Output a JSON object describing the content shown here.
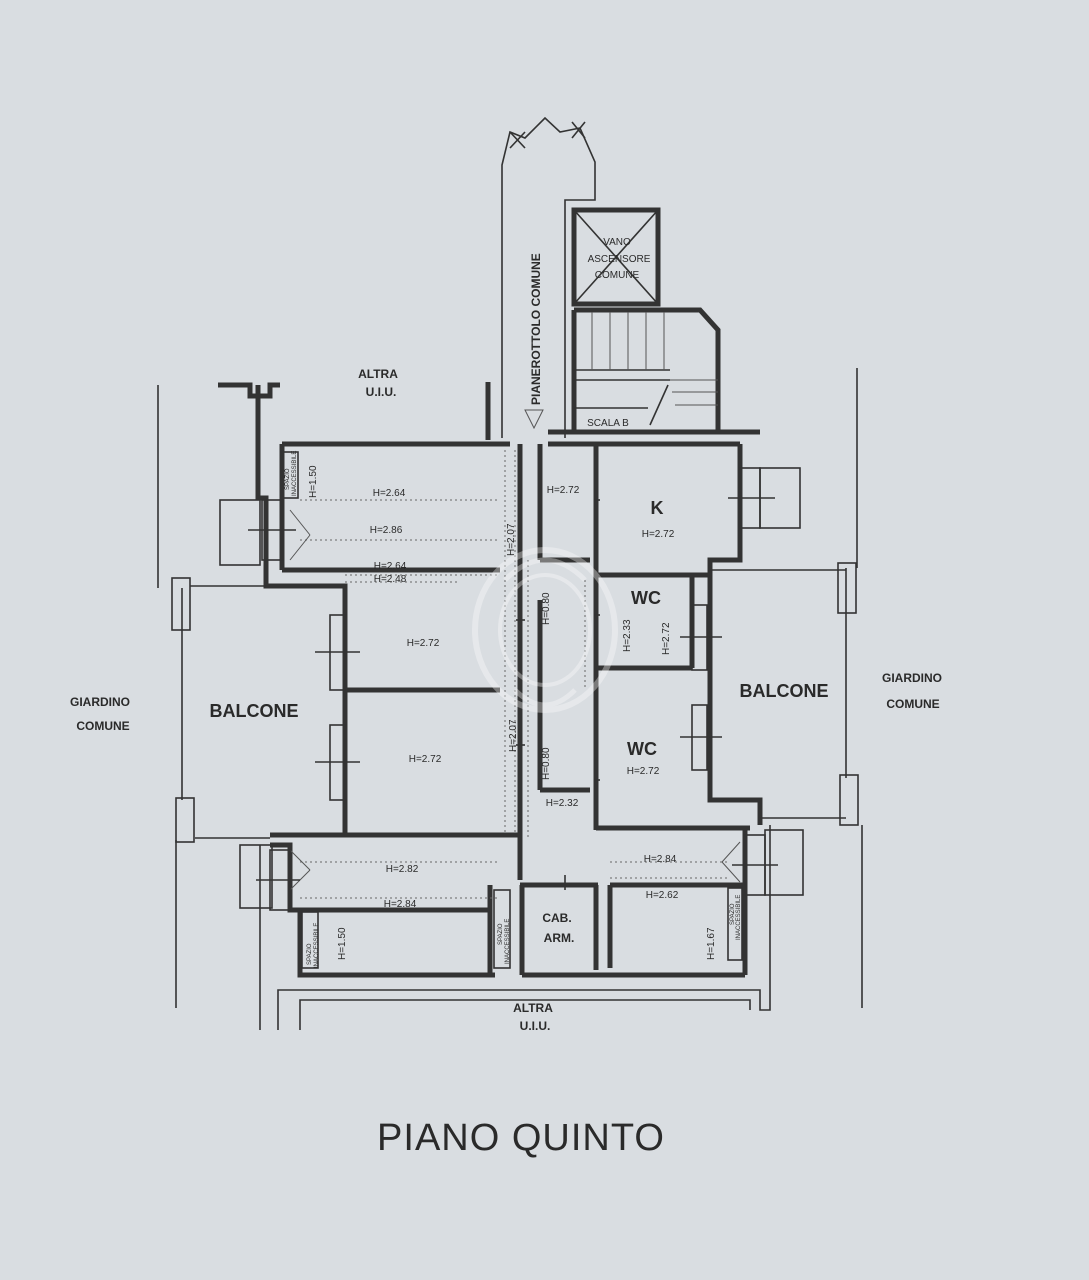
{
  "plan": {
    "title": "PIANO QUINTO",
    "areas": {
      "altra_top": [
        "ALTRA",
        "U.I.U."
      ],
      "altra_bottom": [
        "ALTRA",
        "U.I.U."
      ],
      "giardino_left": [
        "GIARDINO",
        "COMUNE"
      ],
      "giardino_right": [
        "GIARDINO",
        "COMUNE"
      ],
      "pianerottolo": "PIANEROTTOLO COMUNE",
      "vano_ascensore": [
        "VANO",
        "ASCENSORE",
        "COMUNE"
      ],
      "scala": "SCALA B",
      "balcone_left": "BALCONE",
      "balcone_right": "BALCONE",
      "kitchen": "K",
      "wc_upper": "WC",
      "wc_lower": "WC",
      "cab_arm": [
        "CAB.",
        "ARM."
      ],
      "spazio_left": [
        "SPAZIO",
        "INACCESSIBILE"
      ],
      "spazio_center": [
        "SPAZIO",
        "INACCESSIBILE"
      ],
      "spazio_right": [
        "SPAZIO",
        "INACCESSIBILE"
      ],
      "spazio_top": [
        "SPAZIO",
        "INACCESSIBILE"
      ]
    },
    "heights": {
      "h150_top": "H=1.50",
      "h264_a": "H=2.64",
      "h286": "H=2.86",
      "h264_b": "H=2.64",
      "h248": "H=2.48",
      "h272_room1": "H=2.72",
      "h272_room2": "H=2.72",
      "h207_top": "H=2.07",
      "h080_top": "H=0.80",
      "h272_corr": "H=2.72",
      "h272_k": "H=2.72",
      "h233": "H=2.33",
      "h272_wc1": "H=2.72",
      "h207_bot": "H=2.07",
      "h080_bot": "H=0.80",
      "h272_wc2": "H=2.72",
      "h232": "H=2.32",
      "h282": "H=2.82",
      "h284_a": "H=2.84",
      "h150_bot": "H=1.50",
      "h284_b": "H=2.84",
      "h262": "H=2.62",
      "h167": "H=1.67"
    }
  }
}
